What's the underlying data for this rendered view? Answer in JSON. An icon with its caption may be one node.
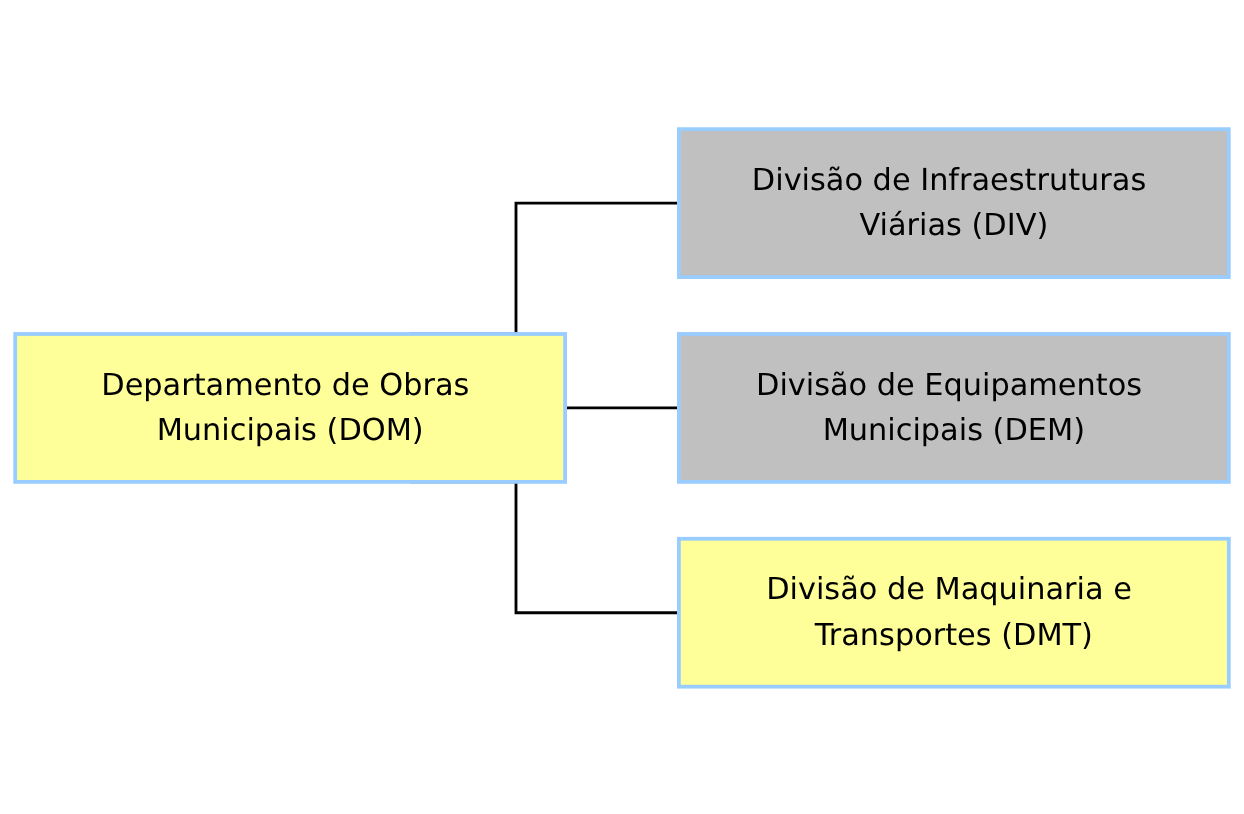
{
  "diagram": {
    "nodes": [
      {
        "text": [
          "Departamento de Obras Municipais (DOM)"
        ]
      },
      {
        "text": [
          "Divisão de Infraestruturas Viárias (DIV)"
        ]
      },
      {
        "text": [
          "Divisão de Equipamentos Municipais (DEM)"
        ]
      },
      {
        "text": [
          "Divisão de Maquinaria e Transportes (DMT)"
        ]
      }
    ],
    "edges": [
      {
        "from": 0,
        "to": 1,
        "arrow": "none"
      },
      {
        "from": 0,
        "to": 2,
        "arrow": "none"
      },
      {
        "from": 0,
        "to": 3,
        "arrow": "none"
      }
    ]
  }
}
